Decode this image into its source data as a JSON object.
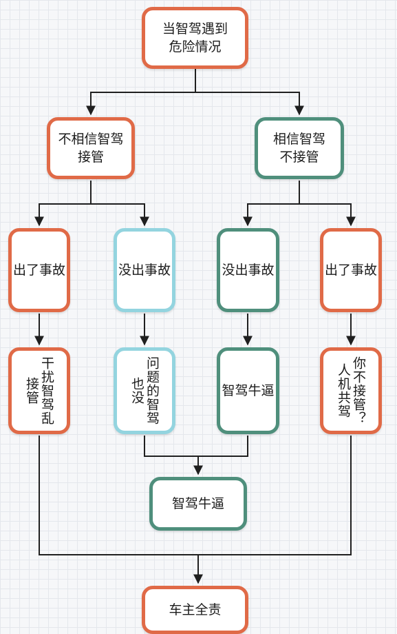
{
  "nodes": {
    "start": {
      "line1": "当智驾遇到",
      "line2": "危险情况"
    },
    "distrust": {
      "line1": "不相信智驾",
      "line2": "接管"
    },
    "trust": {
      "line1": "相信智驾",
      "line2": "不接管"
    },
    "distrust_accident": {
      "label": "出了事故"
    },
    "distrust_no_accident": {
      "label": "没出事故"
    },
    "trust_no_accident": {
      "label": "没出事故"
    },
    "trust_accident": {
      "label": "出了事故"
    },
    "interfere": {
      "label": "干扰智驾乱接管"
    },
    "no_problem": {
      "label": "问题的智驾也没"
    },
    "smart1": {
      "label": "智驾牛逼"
    },
    "shared": {
      "label": "你不接管？人机共驾"
    },
    "smart2": {
      "label": "智驾牛逼"
    },
    "owner": {
      "label": "车主全责"
    }
  },
  "colors": {
    "orange": "#e06a47",
    "green": "#4f8f7c",
    "cyan": "#93d4df",
    "connector": "#1f1f1f"
  }
}
